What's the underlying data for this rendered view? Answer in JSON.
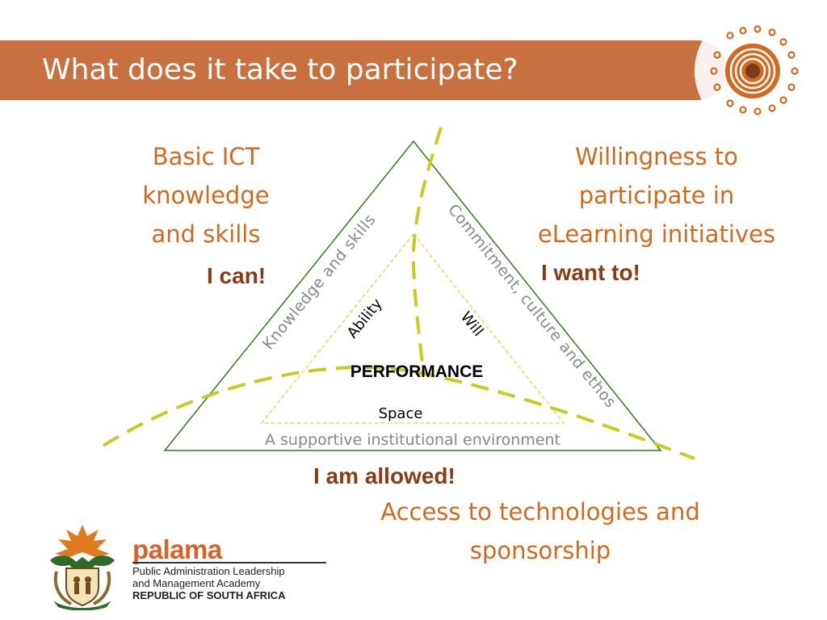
{
  "slide": {
    "title": "What does it take to participate?"
  },
  "left_block": {
    "lines": [
      "Basic ICT",
      "knowledge",
      "and skills"
    ],
    "tagline": "I can!"
  },
  "right_block": {
    "lines": [
      "Willingness to",
      "participate in",
      "eLearning initiatives"
    ],
    "tagline": "I want to!"
  },
  "bottom_block": {
    "tagline": "I am allowed!",
    "lines": [
      "Access to technologies and",
      "sponsorship"
    ]
  },
  "diagram": {
    "outer_left_label": "Knowledge and skills",
    "outer_right_label": "Commitment, culture and ethos",
    "outer_bottom_label": "A supportive institutional environment",
    "inner_left_label": "Ability",
    "inner_right_label": "Will",
    "center_label": "PERFORMANCE",
    "inner_bottom_label": "Space"
  },
  "footer": {
    "brand": "palama",
    "lines": [
      "Public Administration Leadership",
      "and Management Academy",
      "REPUBLIC OF SOUTH AFRICA"
    ]
  },
  "colors": {
    "title_bar": "#c8703f",
    "accent_text": "#d2691e",
    "tagline_text": "#8b3a16",
    "outer_triangle": "#2e7d1e",
    "dashed_curve": "#c8cc1e",
    "inner_triangle": "#e8d24a"
  },
  "icons": {
    "decorative_logo": "concentric-circles-dots-icon",
    "crest": "south-africa-coat-of-arms-icon"
  }
}
